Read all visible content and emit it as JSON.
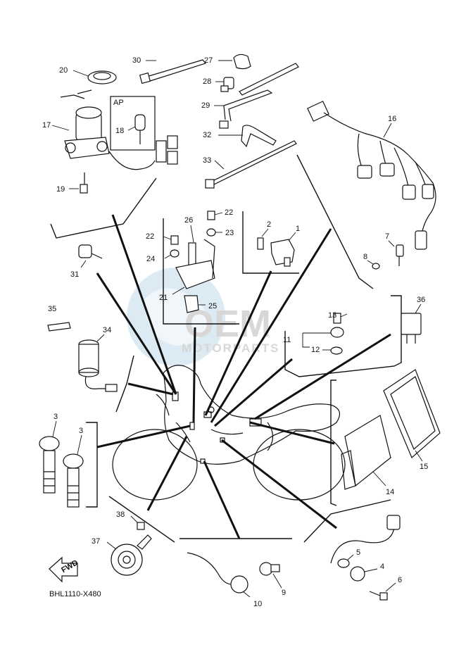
{
  "diagram_code": "BHL1110-X480",
  "ap_label": "AP",
  "fwd_label": "FWD",
  "watermark": {
    "brand": "OEM",
    "subtitle": "MOTORPARTS",
    "color": "#cfe3f0"
  },
  "callouts": {
    "c1": "1",
    "c2": "2",
    "c3a": "3",
    "c3b": "3",
    "c4": "4",
    "c5": "5",
    "c6": "6",
    "c7": "7",
    "c8": "8",
    "c9": "9",
    "c10": "10",
    "c11": "11",
    "c12": "12",
    "c13": "13",
    "c14": "14",
    "c15": "15",
    "c16": "16",
    "c17": "17",
    "c18": "18",
    "c19": "19",
    "c20": "20",
    "c21": "21",
    "c22a": "22",
    "c22b": "22",
    "c23": "23",
    "c24": "24",
    "c25": "25",
    "c26": "26",
    "c27": "27",
    "c28": "28",
    "c29": "29",
    "c30": "30",
    "c31": "31",
    "c32": "32",
    "c33": "33",
    "c34": "34",
    "c35": "35",
    "c36": "36",
    "c37": "37",
    "c38": "38"
  }
}
